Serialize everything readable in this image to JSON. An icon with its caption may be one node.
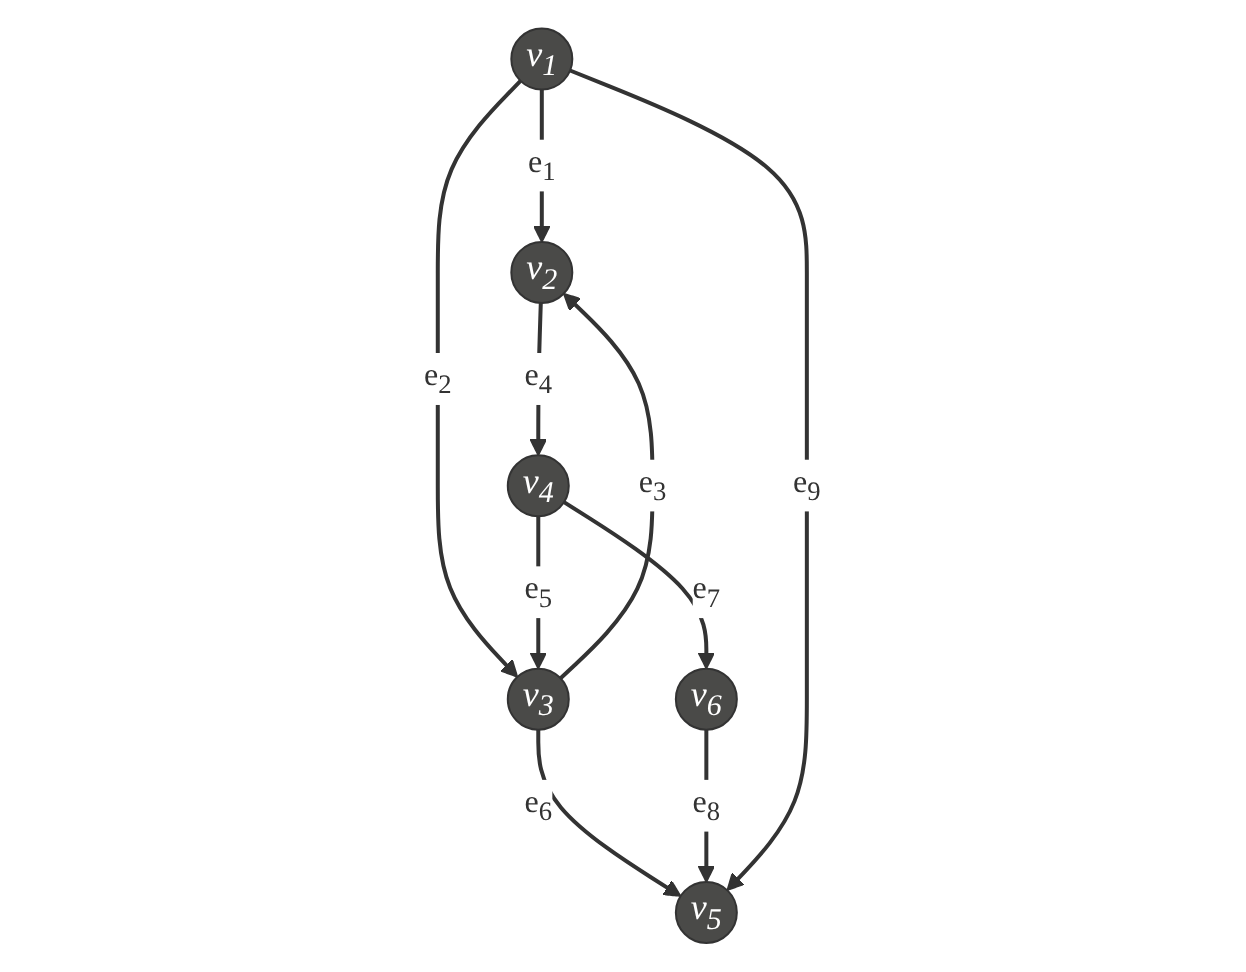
{
  "diagram": {
    "nodes": [
      {
        "text": [
          "v$_{1}$"
        ]
      },
      {
        "text": [
          "v$_{2}$"
        ]
      },
      {
        "text": [
          "v$_{3}$"
        ]
      },
      {
        "text": [
          "v$_{4}$"
        ]
      },
      {
        "text": [
          "v$_{5}$"
        ]
      },
      {
        "text": [
          "v$_{6}$"
        ]
      }
    ],
    "edges": [
      {
        "from": 0,
        "to": 1,
        "arrow": "to",
        "label": "e$_{1}$"
      },
      {
        "from": 0,
        "to": 2,
        "arrow": "to",
        "label": "e$_{2}$"
      },
      {
        "from": 2,
        "to": 1,
        "arrow": "to",
        "label": "e$_{3}$"
      },
      {
        "from": 1,
        "to": 3,
        "arrow": "to",
        "label": "e$_{4}$"
      },
      {
        "from": 3,
        "to": 2,
        "arrow": "to",
        "label": "e$_{5}$"
      },
      {
        "from": 2,
        "to": 4,
        "arrow": "to",
        "label": "e$_{6}$"
      },
      {
        "from": 3,
        "to": 5,
        "arrow": "to",
        "label": "e$_{7}$"
      },
      {
        "from": 5,
        "to": 4,
        "arrow": "to",
        "label": "e$_{8}$"
      },
      {
        "from": 0,
        "to": 4,
        "arrow": "to",
        "label": "e$_{9}$"
      }
    ]
  }
}
